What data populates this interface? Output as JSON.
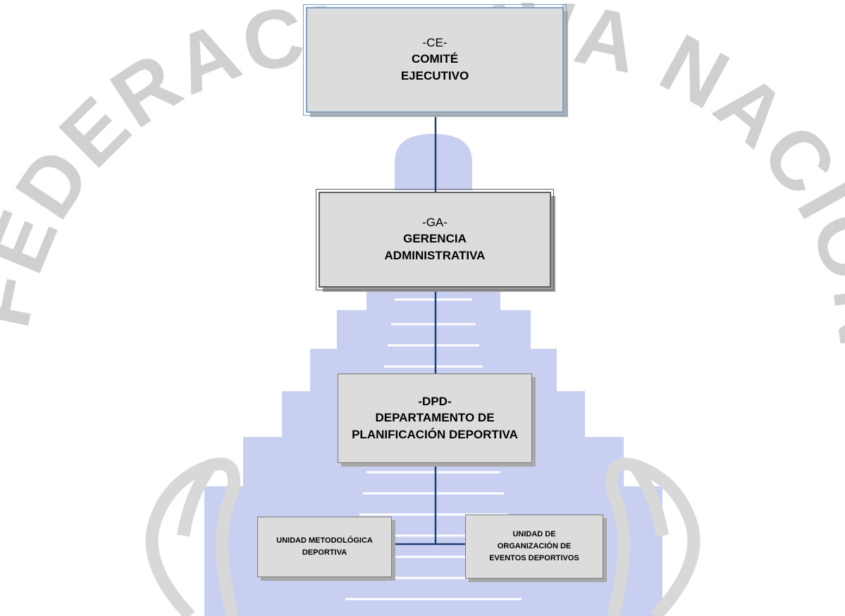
{
  "watermark": {
    "left_text": "FEDERACIÓN D",
    "right_text": "IVA NACIONAL",
    "colors": {
      "letters": "#d0d0d0",
      "pyramid": "#c9cff0",
      "figures": "#dadada"
    }
  },
  "colors": {
    "connector": "#1f3f6e",
    "box_fill": "#dcdcdc"
  },
  "nodes": {
    "ce": {
      "code": "-CE-",
      "name_line1": "COMITÉ",
      "name_line2": "EJECUTIVO"
    },
    "ga": {
      "code": "-GA-",
      "name_line1": "GERENCIA",
      "name_line2": "ADMINISTRATIVA"
    },
    "dpd": {
      "code": "-DPD-",
      "name_line1": "DEPARTAMENTO DE",
      "name_line2": "PLANIFICACIÓN DEPORTIVA"
    },
    "umd": {
      "line1": "UNIDAD METODOLÓGICA",
      "line2": "DEPORTIVA"
    },
    "uoe": {
      "line1": "UNIDAD DE",
      "line2": "ORGANIZACIÓN DE",
      "line3": "EVENTOS DEPORTIVOS"
    }
  }
}
